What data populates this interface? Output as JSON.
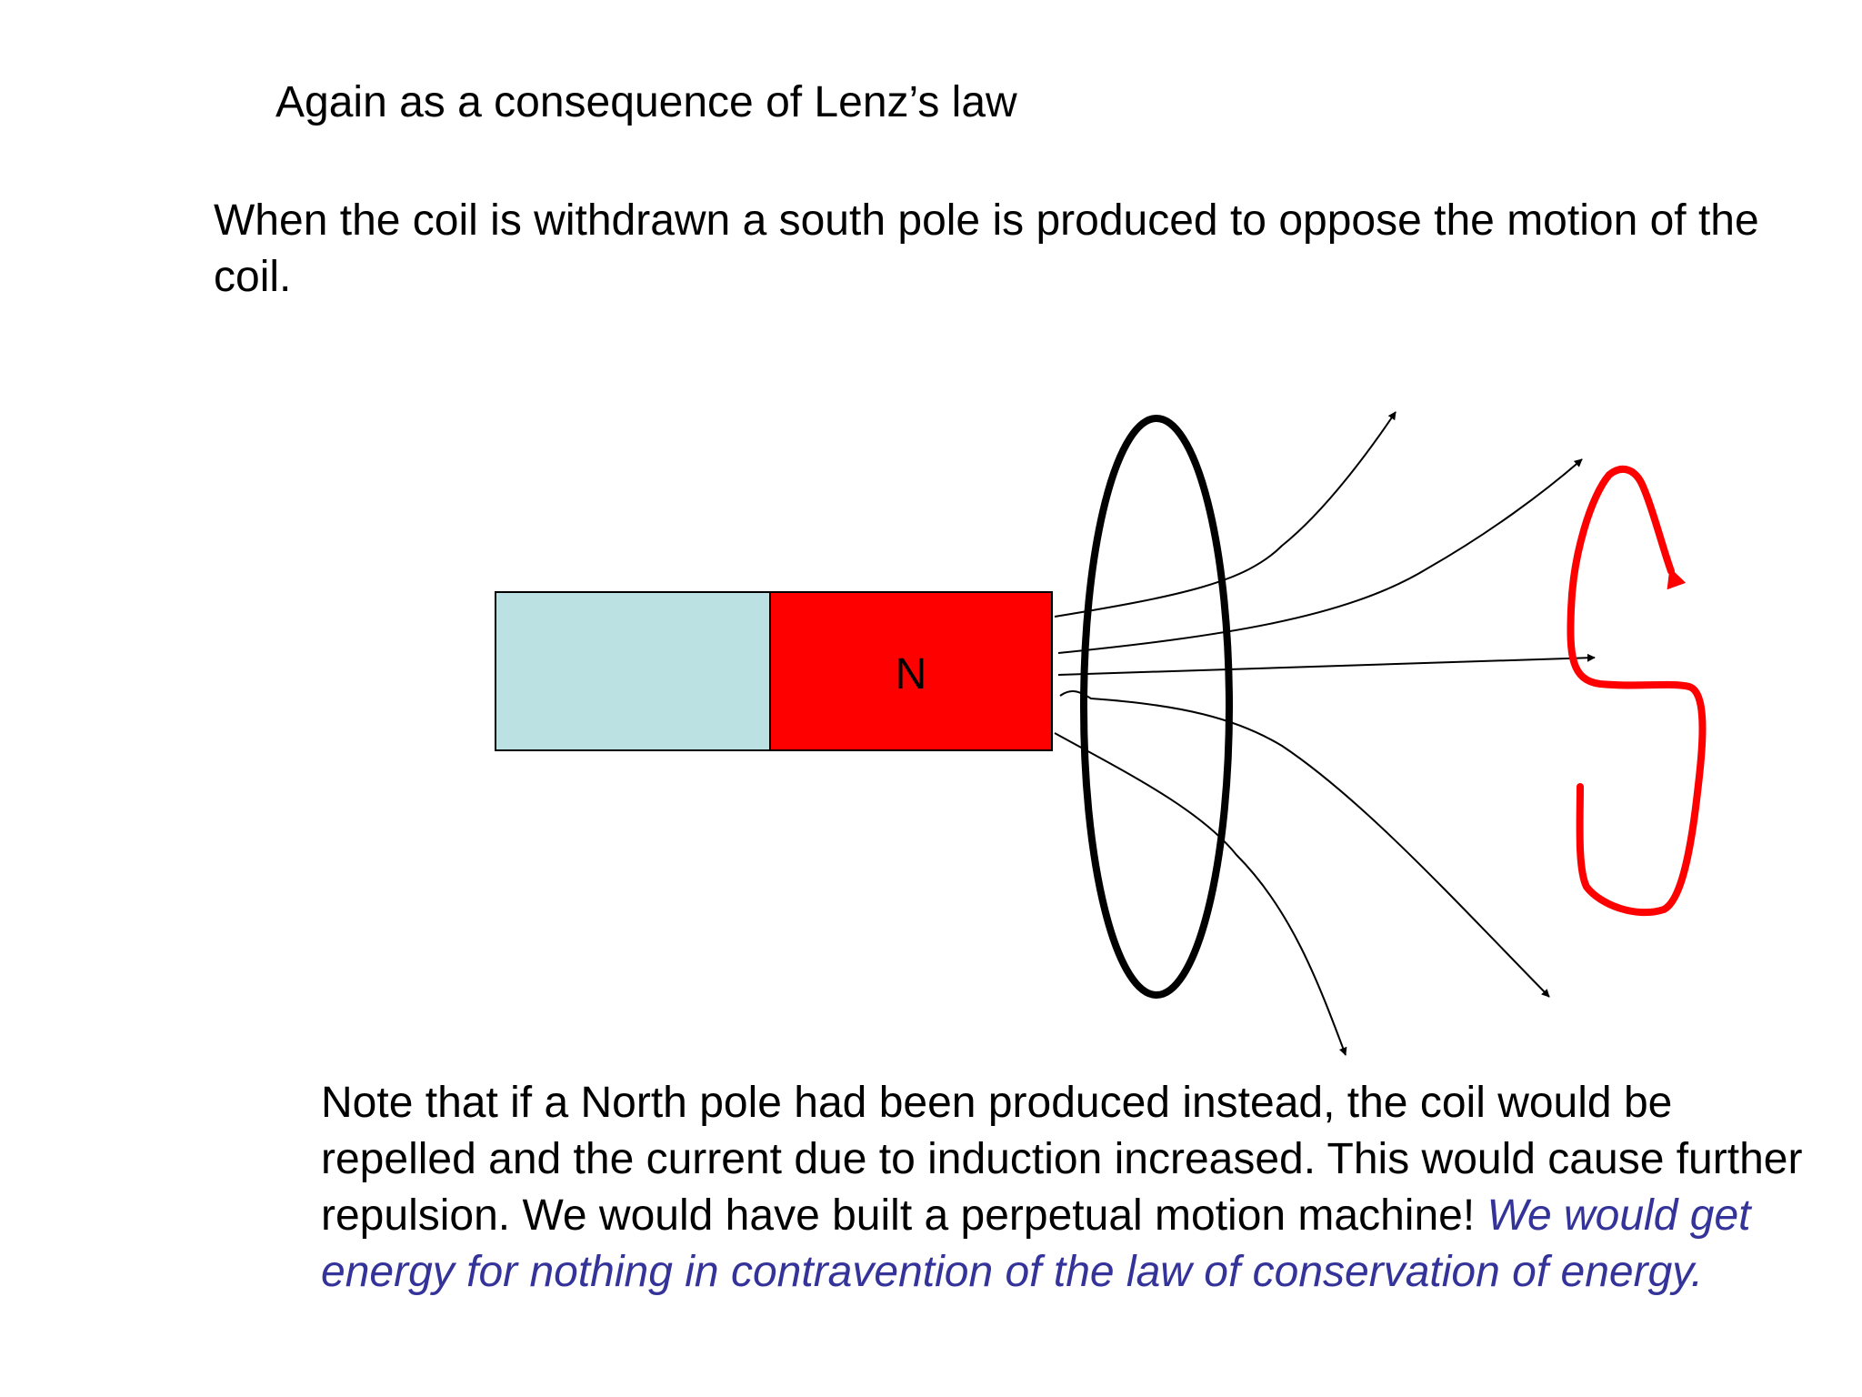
{
  "slide": {
    "heading": "Again as a consequence of Lenz’s law",
    "intro": "When the coil is withdrawn a south pole is produced  to oppose the motion of the coil.",
    "note_plain": "Note that if a North pole had been produced instead, the coil would be repelled and the current due to induction increased. This would cause further repulsion. We would have built a perpetual motion machine!  ",
    "note_emphasis": "We would get energy for nothing in contravention of the law of conservation of energy."
  },
  "diagram": {
    "magnet": {
      "north_label": "N",
      "north_color": "#ff0000",
      "south_side_color": "#bce1e3"
    },
    "coil_color": "#000000",
    "induced_pole": {
      "letter": "S",
      "color": "#ff0000"
    },
    "emphasis_color": "#333399"
  }
}
